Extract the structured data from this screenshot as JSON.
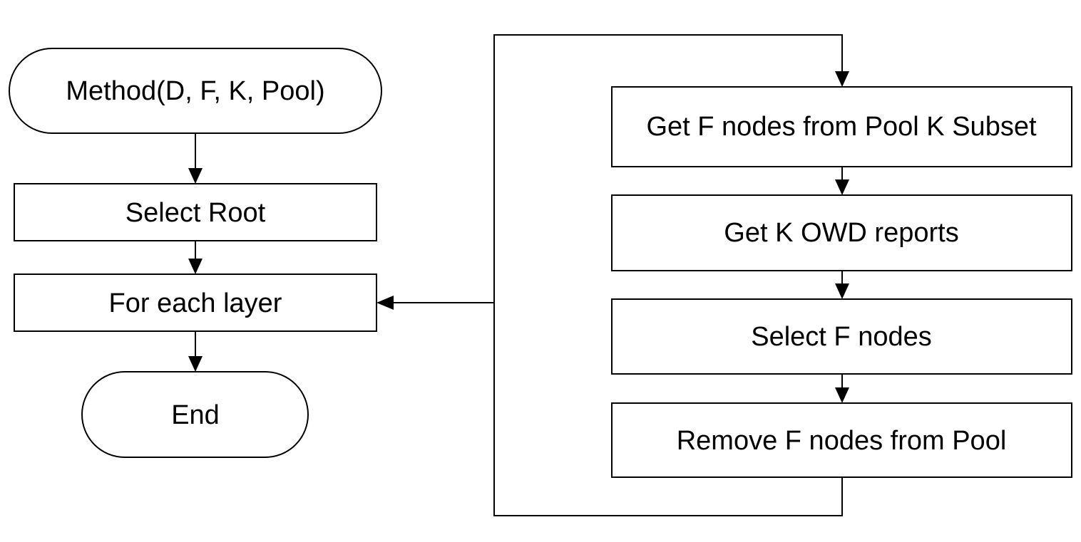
{
  "nodes": {
    "method": "Method(D, F, K, Pool)",
    "select_root": "Select Root",
    "for_each_layer": "For each layer",
    "end": "End",
    "get_f_nodes": "Get F nodes from Pool K Subset",
    "get_k_owd": "Get K OWD reports",
    "select_f_nodes": "Select F nodes",
    "remove_f_nodes": "Remove F nodes from Pool"
  }
}
